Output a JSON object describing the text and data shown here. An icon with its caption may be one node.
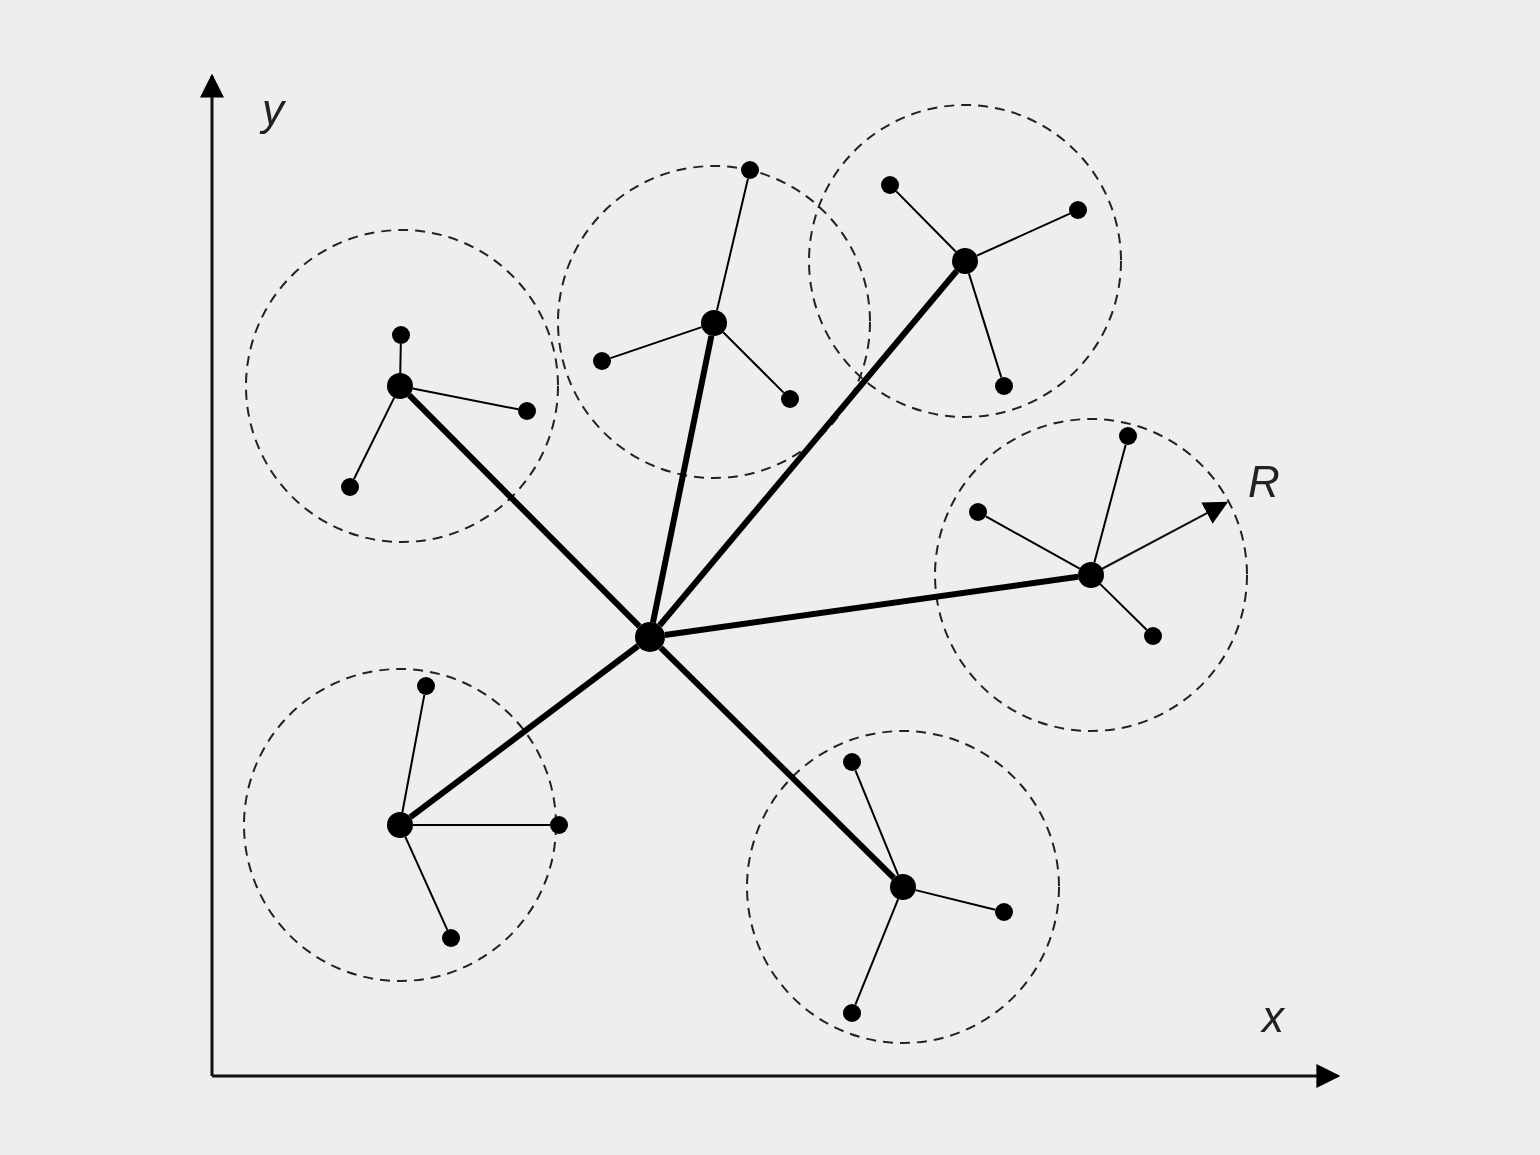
{
  "diagram": {
    "nodes": [
      {
        "text": [],
        "shape": "circle"
      },
      {
        "text": [],
        "shape": "circle"
      },
      {
        "text": [],
        "shape": "circle"
      },
      {
        "text": [],
        "shape": "circle"
      },
      {
        "text": [],
        "shape": "circle"
      },
      {
        "text": [],
        "shape": "circle"
      },
      {
        "text": [],
        "shape": "circle"
      },
      {
        "text": [],
        "shape": "circle"
      },
      {
        "text": [],
        "shape": "circle"
      },
      {
        "text": [],
        "shape": "circle"
      },
      {
        "text": [],
        "shape": "circle"
      },
      {
        "text": [],
        "shape": "circle"
      },
      {
        "text": [],
        "shape": "circle"
      },
      {
        "text": [],
        "shape": "circle"
      },
      {
        "text": [],
        "shape": "circle"
      },
      {
        "text": [],
        "shape": "circle"
      },
      {
        "text": [],
        "shape": "circle"
      },
      {
        "text": [],
        "shape": "circle"
      },
      {
        "text": [],
        "shape": "circle"
      },
      {
        "text": [],
        "shape": "circle"
      },
      {
        "text": [],
        "shape": "circle"
      },
      {
        "text": [],
        "shape": "circle"
      },
      {
        "text": [],
        "shape": "circle"
      },
      {
        "text": [],
        "shape": "circle"
      },
      {
        "text": [],
        "shape": "circle"
      }
    ],
    "edges": [
      {
        "from": 16,
        "to": 7,
        "arrow": "none",
        "style": "thick"
      },
      {
        "from": 16,
        "to": 4,
        "arrow": "none",
        "style": "thick"
      },
      {
        "from": 16,
        "to": 3,
        "arrow": "none",
        "style": "thick"
      },
      {
        "from": 16,
        "to": 14,
        "arrow": "none",
        "style": "thick"
      },
      {
        "from": 16,
        "to": 21,
        "arrow": "none",
        "style": "thick"
      },
      {
        "from": 16,
        "to": 19,
        "arrow": "none",
        "style": "thick"
      },
      {
        "from": 7,
        "to": 5,
        "arrow": "none"
      },
      {
        "from": 7,
        "to": 10,
        "arrow": "none"
      },
      {
        "from": 7,
        "to": 12,
        "arrow": "none"
      },
      {
        "from": 4,
        "to": 0,
        "arrow": "none"
      },
      {
        "from": 4,
        "to": 6,
        "arrow": "none"
      },
      {
        "from": 4,
        "to": 9,
        "arrow": "none"
      },
      {
        "from": 3,
        "to": 1,
        "arrow": "none"
      },
      {
        "from": 3,
        "to": 2,
        "arrow": "none"
      },
      {
        "from": 3,
        "to": 8,
        "arrow": "none"
      },
      {
        "from": 14,
        "to": 11,
        "arrow": "none"
      },
      {
        "from": 14,
        "to": 13,
        "arrow": "none"
      },
      {
        "from": 14,
        "to": 15,
        "arrow": "none"
      },
      {
        "from": 21,
        "to": 18,
        "arrow": "none"
      },
      {
        "from": 21,
        "to": 22,
        "arrow": "none"
      },
      {
        "from": 21,
        "to": 24,
        "arrow": "none"
      },
      {
        "from": 19,
        "to": 17,
        "arrow": "none"
      },
      {
        "from": 19,
        "to": 20,
        "arrow": "none"
      },
      {
        "from": 19,
        "to": 23,
        "arrow": "none"
      }
    ],
    "labels": [
      "y",
      "R",
      "x"
    ]
  }
}
